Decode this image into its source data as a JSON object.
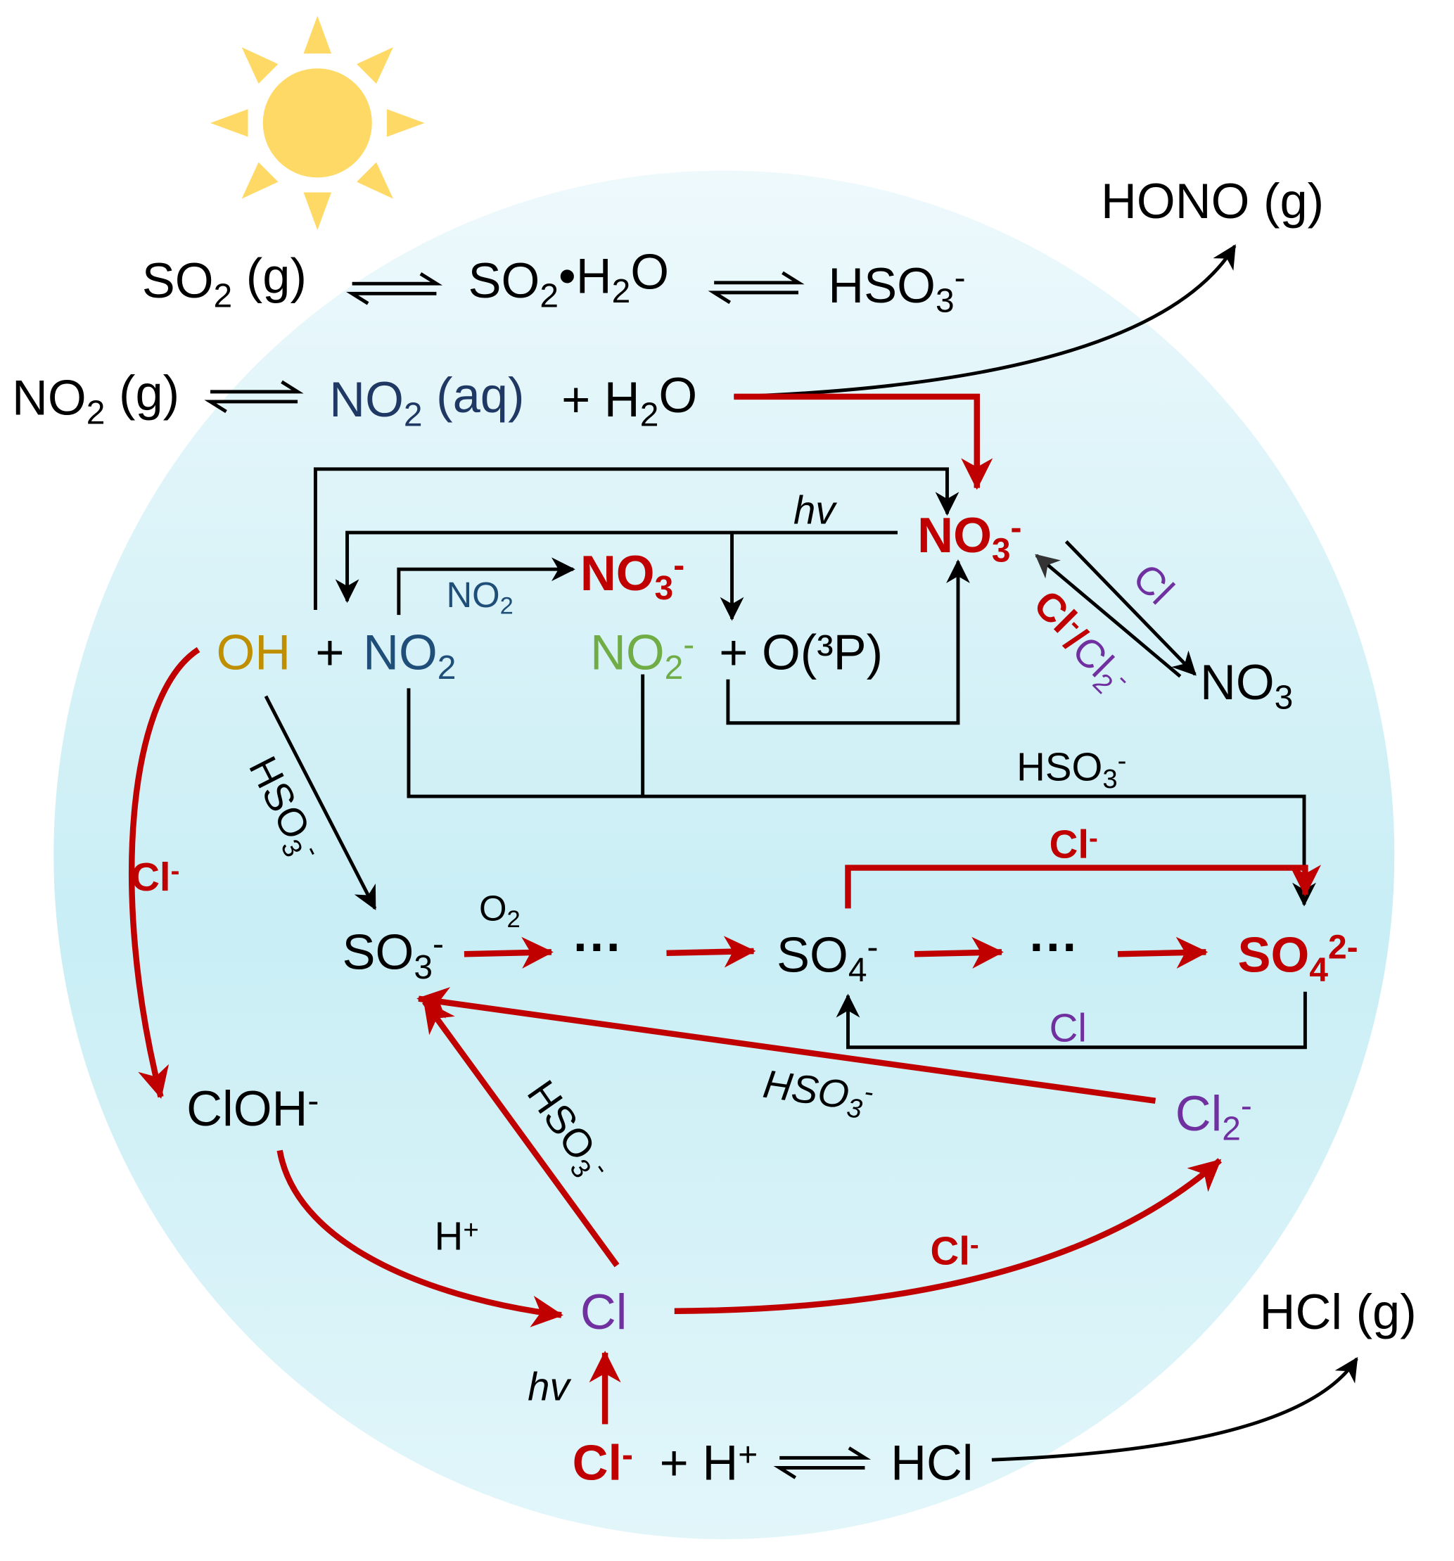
{
  "colors": {
    "red": "#c00000",
    "purple": "#7030a0",
    "navy": "#1f3864",
    "ochre": "#bf8f00",
    "green": "#70ad47",
    "sun": "#ffd966",
    "droplet": "#d2f0f6"
  },
  "top": {
    "so2_gas": "SO₂ (g)",
    "so2_hydrate": "SO₂•H₂O",
    "bisulfite": "HSO₃⁻",
    "hono_gas": "HONO (g)",
    "no2_gas": "NO₂ (g)",
    "no2_aq": "NO₂ (aq)",
    "plus_water": "+ H₂O"
  },
  "nitrogen": {
    "nitrate_main": "NO₃⁻",
    "hv_top": "hv",
    "nitrate_side": "NO₃⁻",
    "no2_reagent": "NO₂",
    "oh": "OH",
    "plus1": "+",
    "no2": "NO₂",
    "nitrite": "NO₂⁻",
    "plus_o3p": "+ O(³P)",
    "cl_label": "Cl",
    "cl_cl2_label_a": "Cl⁻/",
    "cl_cl2_label_b": "Cl₂⁻",
    "no3_radical": "NO₃",
    "hso3_right": "HSO₃⁻"
  },
  "sulfur": {
    "hso3_oh": "HSO₃⁻",
    "so3": "SO₃⁻",
    "o2": "O₂",
    "dots1": "···",
    "so4_radical": "SO₄⁻",
    "dots2": "···",
    "sulfate": "SO₄²⁻",
    "cl_minus_top": "Cl⁻",
    "cl_bottom": "Cl",
    "hso3_cl2": "HSO₃⁻",
    "hso3_cl": "HSO₃⁻"
  },
  "chlorine": {
    "cl_minus_left": "Cl⁻",
    "cloh": "ClOH⁻",
    "h_plus": "H⁺",
    "cl": "Cl",
    "cl_minus_mid": "Cl⁻",
    "cl2": "Cl₂⁻",
    "hv_bottom": "hv",
    "cl_minus_bottom": "Cl⁻",
    "plus_h": "+ H⁺",
    "hcl": "HCl",
    "hcl_gas": "HCl (g)"
  }
}
